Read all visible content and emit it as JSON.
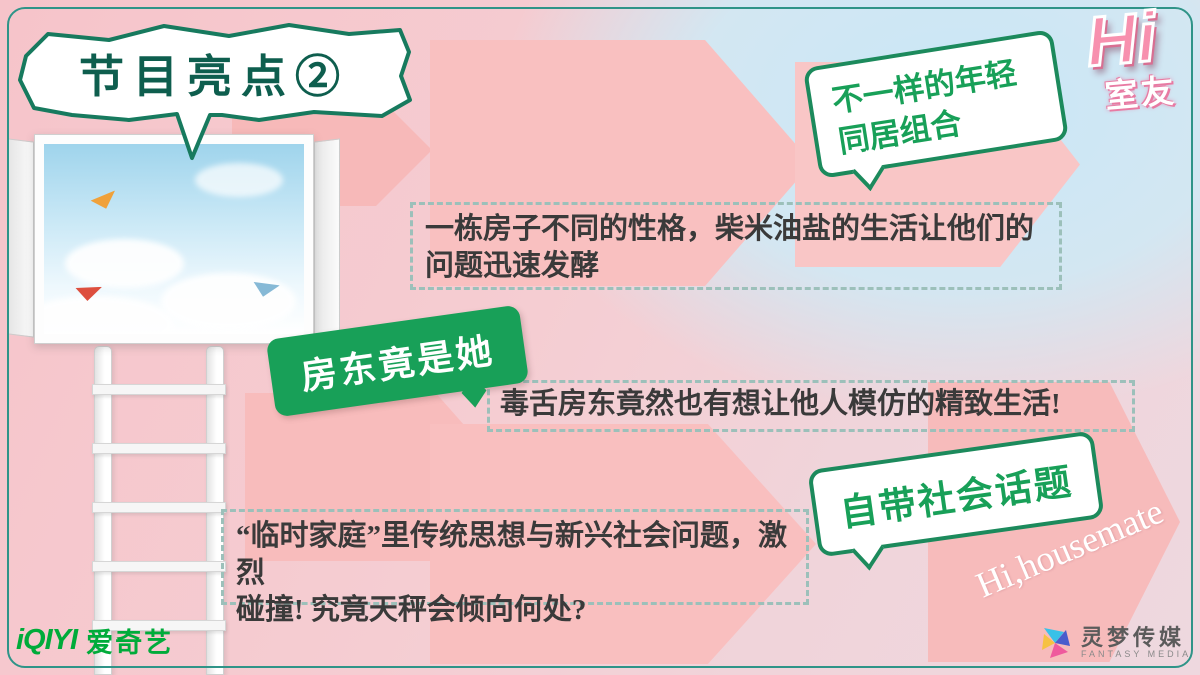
{
  "title": {
    "text": "节目亮点②"
  },
  "logo_show": {
    "hi": "Hi",
    "sub": "室友"
  },
  "bubble_young": {
    "line1": "不一样的年轻",
    "line2": "同居组合"
  },
  "bubble_landlord": {
    "text": "房东竟是她"
  },
  "bubble_topic": {
    "text": "自带社会话题"
  },
  "box_house": {
    "line1": "一栋房子不同的性格，柴米油盐的生活让他们的",
    "line2": "问题迅速发酵"
  },
  "box_landlord": {
    "text": "毒舌房东竟然也有想让他人模仿的精致生活!"
  },
  "box_family": {
    "line1": "“临时家庭”里传统思想与新兴社会问题，激烈",
    "line2": "碰撞! 究竟天秤会倾向何处?"
  },
  "footer": {
    "iqiyi_mark": "iQIYI",
    "iqiyi_name": "爱奇艺",
    "fantasy_cn": "灵梦传媒",
    "fantasy_en": "FANTASY MEDIA",
    "watermark": "Hi,housemate"
  },
  "colors": {
    "accent_green": "#18a058",
    "border_teal": "#2f9488",
    "arrow_pink": "#f8bdbd"
  }
}
